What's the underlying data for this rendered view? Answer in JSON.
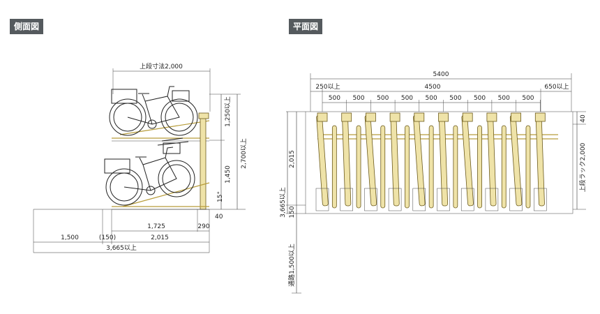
{
  "side_view": {
    "title": "側面図",
    "labels": {
      "upper_dim": "上段寸法2,000",
      "h_upper": "1,250以上",
      "h_total": "2,700以上",
      "h_lower": "1,450",
      "angle": "15°",
      "w_1725": "1,725",
      "w_290": "290",
      "w_40": "40",
      "w_150": "(150)",
      "w_2015": "2,015",
      "w_1500": "1,500",
      "w_total": "3,665以上"
    }
  },
  "plan_view": {
    "title": "平面図",
    "labels": {
      "total": "5400",
      "left": "250以上",
      "middle": "4500",
      "right": "650以上",
      "pitch": [
        "500",
        "500",
        "500",
        "500",
        "500",
        "500",
        "500",
        "500",
        "500"
      ],
      "v_2015": "2,015",
      "v_3665": "3,665以上",
      "v_150": "150",
      "v_aisle": "通路1,500以上",
      "v_40": "40",
      "v_rack": "上段ラック2,000"
    }
  },
  "colors": {
    "rack": "#efe3a8",
    "rack_outline": "#6b5a1c",
    "tag_bg": "#555a5e"
  }
}
